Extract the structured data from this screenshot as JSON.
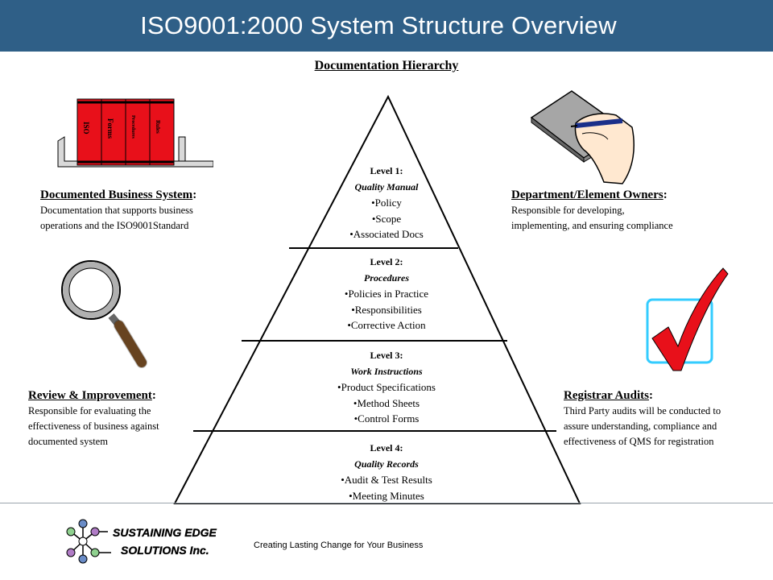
{
  "header": {
    "title": "ISO9001:2000 System Structure Overview"
  },
  "subtitle": "Documentation Hierarchy",
  "colors": {
    "title_bar": "#2f5f87",
    "binder_red": "#e8101a",
    "check_red": "#e8101a",
    "box_cyan": "#33ccff"
  },
  "pyramid": {
    "levels": [
      {
        "level": "Level 1:",
        "name": "Quality Manual",
        "bullets": [
          "•Policy",
          "•Scope",
          "•Associated Docs"
        ]
      },
      {
        "level": "Level 2:",
        "name": "Procedures",
        "bullets": [
          "•Policies in Practice",
          "•Responsibilities",
          "•Corrective Action"
        ]
      },
      {
        "level": "Level 3:",
        "name": "Work Instructions",
        "bullets": [
          "•Product Specifications",
          "•Method Sheets",
          "•Control Forms"
        ]
      },
      {
        "level": "Level 4:",
        "name": "Quality Records",
        "bullets": [
          "•Audit & Test Results",
          "•Meeting Minutes"
        ]
      }
    ]
  },
  "binders": {
    "labels": [
      "ISO",
      "Forms",
      "Procedures",
      "Rules"
    ]
  },
  "blocks": {
    "documented": {
      "heading": "Documented Business System",
      "lines": [
        "Documentation that supports business",
        "operations and the ISO9001Standard"
      ]
    },
    "owners": {
      "heading": "Department/Element Owners",
      "lines": [
        "Responsible for developing,",
        "implementing, and ensuring compliance"
      ]
    },
    "review": {
      "heading": "Review & Improvement",
      "lines": [
        "Responsible for evaluating the",
        "effectiveness of business against",
        "documented system"
      ]
    },
    "registrar": {
      "heading": "Registrar Audits",
      "lines": [
        "Third Party audits will be conducted to",
        "assure understanding, compliance and",
        "effectiveness of QMS for registration"
      ]
    }
  },
  "icons": {
    "binders": "binders-icon",
    "writing": "hand-writing-icon",
    "magnifier": "magnifying-glass-icon",
    "check": "checkmark-icon"
  },
  "footer": {
    "logo_line1": "SUSTAINING EDGE",
    "logo_line2": "SOLUTIONS Inc.",
    "tagline": "Creating Lasting Change for Your Business"
  }
}
